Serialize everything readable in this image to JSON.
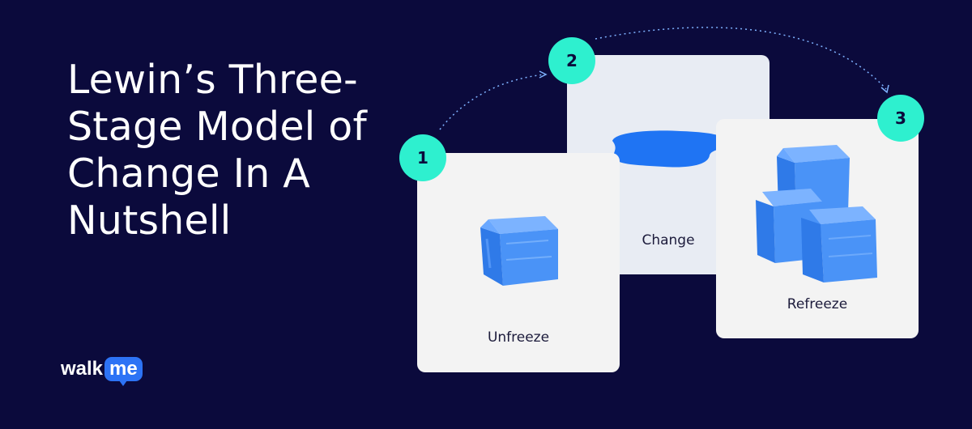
{
  "title": "Lewin’s Three-Stage Model of Change In A Nutshell",
  "stages": [
    {
      "number": "1",
      "label": "Unfreeze",
      "icon": "ice-cube-icon"
    },
    {
      "number": "2",
      "label": "Change",
      "icon": "water-puddle-icon"
    },
    {
      "number": "3",
      "label": "Refreeze",
      "icon": "stacked-ice-cubes-icon"
    }
  ],
  "logo": {
    "part1": "walk",
    "part2": "me"
  },
  "colors": {
    "background": "#0b0a3c",
    "badge": "#2ef0cf",
    "ice": "#4a93f7",
    "water": "#1f74f3"
  }
}
